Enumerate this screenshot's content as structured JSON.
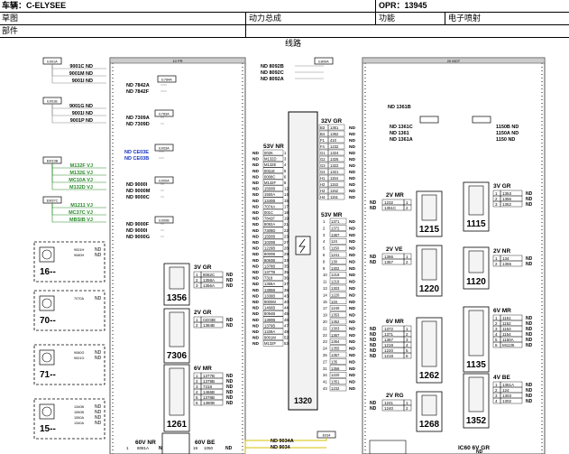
{
  "header": {
    "vehicle": "车辆：C-ELYSEE",
    "opr": "OPR：13945",
    "diagram_type": "草图",
    "system": "动力总成",
    "function_label": "功能",
    "function_value": "电子喷射",
    "parts": "部件"
  },
  "diagram": {
    "title": "线路",
    "left_bus_label": "10 PR",
    "right_bus_label": "20 MOT",
    "bottom_tag_label": "E034",
    "left_connectors": [
      {
        "tag": "E001A",
        "wires": [
          "9001C ND",
          "9001M ND",
          "9001I ND"
        ]
      },
      {
        "tag": "E001B",
        "wires": [
          "9001G ND",
          "9001I ND",
          "9001P ND"
        ]
      },
      {
        "tag": "EM10B",
        "wires": [
          "M132F VJ",
          "M132E VJ",
          "MC10A VJ",
          "M132D VJ"
        ]
      },
      {
        "tag": "EM37C",
        "wires": [
          "M1211 VJ",
          "MC37C VJ",
          "MBSIB VJ"
        ]
      }
    ],
    "mid_connectors": [
      {
        "tag": "E784A",
        "wires": [
          "ND 7842A",
          "ND 7842F"
        ]
      },
      {
        "tag": "E783A",
        "wires": [
          "ND 7309A",
          "ND 7309D"
        ]
      },
      {
        "tag": "E003A",
        "wires": [
          "ND CE03E",
          "ND CE03B"
        ]
      },
      {
        "tag": "E000A",
        "wires": [
          "ND 9000I",
          "ND 9000M",
          "ND 9000C"
        ]
      },
      {
        "tag": "E000B",
        "wires": [
          "ND 9000F",
          "ND 9000I",
          "ND 9000G"
        ]
      },
      {
        "tag": "E809A",
        "wires": [
          "ND 8092B",
          "ND 8092C",
          "ND 8092A"
        ]
      }
    ],
    "left_components": [
      {
        "id": "16--",
        "pins": [
          "9001H",
          "9080H"
        ]
      },
      {
        "id": "70--",
        "pins": [
          "7070A"
        ]
      },
      {
        "id": "71--",
        "pins": [
          "9080G",
          "9001G"
        ]
      },
      {
        "id": "15--",
        "pins": [
          "1340B",
          "1550B",
          "1550A",
          "1340A"
        ]
      }
    ],
    "components": [
      {
        "id": "1356",
        "header": "3V GR",
        "rows": [
          [
            "1",
            "8062C"
          ],
          [
            "2",
            "1358A"
          ],
          [
            "3",
            "1356A"
          ]
        ]
      },
      {
        "id": "7306",
        "header": "2V GR",
        "rows": [
          [
            "1",
            "CE03E"
          ],
          [
            "2",
            "1384B"
          ]
        ]
      },
      {
        "id": "1261",
        "header": "6V MR",
        "rows": [
          [
            "1",
            "1377B"
          ],
          [
            "2",
            "1379B"
          ],
          [
            "3",
            "7318"
          ],
          [
            "4",
            "1466B"
          ],
          [
            "5",
            "1378B"
          ],
          [
            "6",
            "1380B"
          ]
        ]
      },
      {
        "id": "1215",
        "header": "2V MR",
        "rows": [
          [
            "1",
            "1232"
          ],
          [
            "2",
            "1351C"
          ]
        ]
      },
      {
        "id": "1220",
        "header": "2V VE",
        "rows": [
          [
            "1",
            "1366"
          ],
          [
            "2",
            "1357"
          ]
        ]
      },
      {
        "id": "1262",
        "header": "6V MR",
        "rows": [
          [
            "1",
            "1372"
          ],
          [
            "2",
            "1371"
          ],
          [
            "3",
            "1367"
          ],
          [
            "4",
            "1219"
          ],
          [
            "5",
            "1220"
          ],
          [
            "6",
            "1218"
          ]
        ]
      },
      {
        "id": "1268",
        "header": "2V RG",
        "rows": [
          [
            "1",
            "1241"
          ],
          [
            "2",
            "1240"
          ]
        ]
      },
      {
        "id": "1115",
        "header": "3V GR",
        "rows": [
          [
            "1",
            "1353"
          ],
          [
            "2",
            "1356"
          ],
          [
            "3",
            "1352"
          ]
        ]
      },
      {
        "id": "1120",
        "header": "2V NR",
        "rows": [
          [
            "1",
            "134"
          ],
          [
            "2",
            "1355"
          ]
        ]
      },
      {
        "id": "1135",
        "header": "6V MR",
        "rows": [
          [
            "1",
            "1151"
          ],
          [
            "2",
            "1152"
          ],
          [
            "3",
            "1153"
          ],
          [
            "4",
            "1154"
          ],
          [
            "5",
            "1150A"
          ],
          [
            "6",
            "M1135"
          ]
        ]
      },
      {
        "id": "1352",
        "header": "4V BE",
        "rows": [
          [
            "1",
            "1351A"
          ],
          [
            "2",
            "124"
          ],
          [
            "3",
            "1303"
          ],
          [
            "4",
            "1302"
          ]
        ]
      }
    ],
    "ecu": {
      "id": "1320",
      "conn_a_header": "53V NR",
      "conn_a": [
        [
          "002K",
          "1"
        ],
        [
          "M132D",
          "3"
        ],
        [
          "M132E",
          "4"
        ],
        [
          "0011E",
          "5"
        ],
        [
          "0008C",
          "6"
        ],
        [
          "M132F",
          "8"
        ],
        [
          "1550B",
          "12"
        ],
        [
          "1550A",
          "14"
        ],
        [
          "1340B",
          "15"
        ],
        [
          "7074A",
          "17"
        ],
        [
          "001C",
          "18"
        ],
        [
          "7842F",
          "19"
        ],
        [
          "8092A",
          "21"
        ],
        [
          "7309D",
          "22"
        ],
        [
          "1550B",
          "23"
        ],
        [
          "1020B",
          "27"
        ],
        [
          "1229B",
          "28"
        ],
        [
          "8000B",
          "29"
        ],
        [
          "8093B",
          "33"
        ],
        [
          "1378B",
          "35"
        ],
        [
          "1377B",
          "35"
        ],
        [
          "7318",
          "36"
        ],
        [
          "1358A",
          "37"
        ],
        [
          "1385B",
          "38"
        ],
        [
          "1339B",
          "43"
        ],
        [
          "9000M",
          "40"
        ],
        [
          "1466B",
          "44"
        ],
        [
          "8094B",
          "45"
        ],
        [
          "1380B",
          "46"
        ],
        [
          "1379B",
          "47"
        ],
        [
          "1339A",
          "48"
        ],
        [
          "9001M",
          "52"
        ],
        [
          "M132F",
          "53"
        ]
      ],
      "conn_b_header": "53V MR",
      "conn_b": [
        [
          "1371",
          "1"
        ],
        [
          "1372",
          "2"
        ],
        [
          "1367",
          "3"
        ],
        [
          "124",
          "4"
        ],
        [
          "1150",
          "5"
        ],
        [
          "1241",
          "6"
        ],
        [
          "130",
          "8"
        ],
        [
          "1302",
          "9"
        ],
        [
          "1218",
          "10"
        ],
        [
          "1219",
          "11"
        ],
        [
          "1303",
          "13"
        ],
        [
          "1220",
          "14"
        ],
        [
          "134",
          "15"
        ],
        [
          "1240",
          "17"
        ],
        [
          "1353",
          "19"
        ],
        [
          "1352",
          "20"
        ],
        [
          "1303",
          "21"
        ],
        [
          "1367",
          "22"
        ],
        [
          "1364",
          "23"
        ],
        [
          "1355",
          "24"
        ],
        [
          "1357",
          "25"
        ],
        [
          "135",
          "27"
        ],
        [
          "1356",
          "31"
        ],
        [
          "1220",
          "34"
        ],
        [
          "1351",
          "41"
        ],
        [
          "1232",
          "43"
        ]
      ],
      "conn_c_header": "32V GR",
      "conn_c": [
        [
          "B3",
          "1361"
        ],
        [
          "B4",
          "1362"
        ],
        [
          "F1",
          "410"
        ],
        [
          "F4",
          "1232"
        ],
        [
          "G1",
          "1324"
        ],
        [
          "G2",
          "1325"
        ],
        [
          "G3",
          "1322"
        ],
        [
          "G4",
          "1321"
        ],
        [
          "H1",
          "1154"
        ],
        [
          "H2",
          "1153"
        ],
        [
          "H3",
          "1152"
        ],
        [
          "H4",
          "1151"
        ]
      ]
    },
    "right_top_wires": {
      "a": "ND 1361B",
      "b": [
        "ND 1361C",
        "ND 1361",
        "ND 1361A"
      ],
      "c": [
        "1150B ND",
        "1150A ND",
        "1150 ND"
      ]
    },
    "bottom": {
      "a_header": "60V NR",
      "a_rows": [
        [
          "1",
          "8081A"
        ]
      ],
      "b_header": "60V BE",
      "b_rows": [
        [
          "19",
          "1050"
        ]
      ],
      "c_wires": [
        "ND 9034A",
        "ND 9034"
      ],
      "d_header": "IC60 6V GR"
    }
  }
}
